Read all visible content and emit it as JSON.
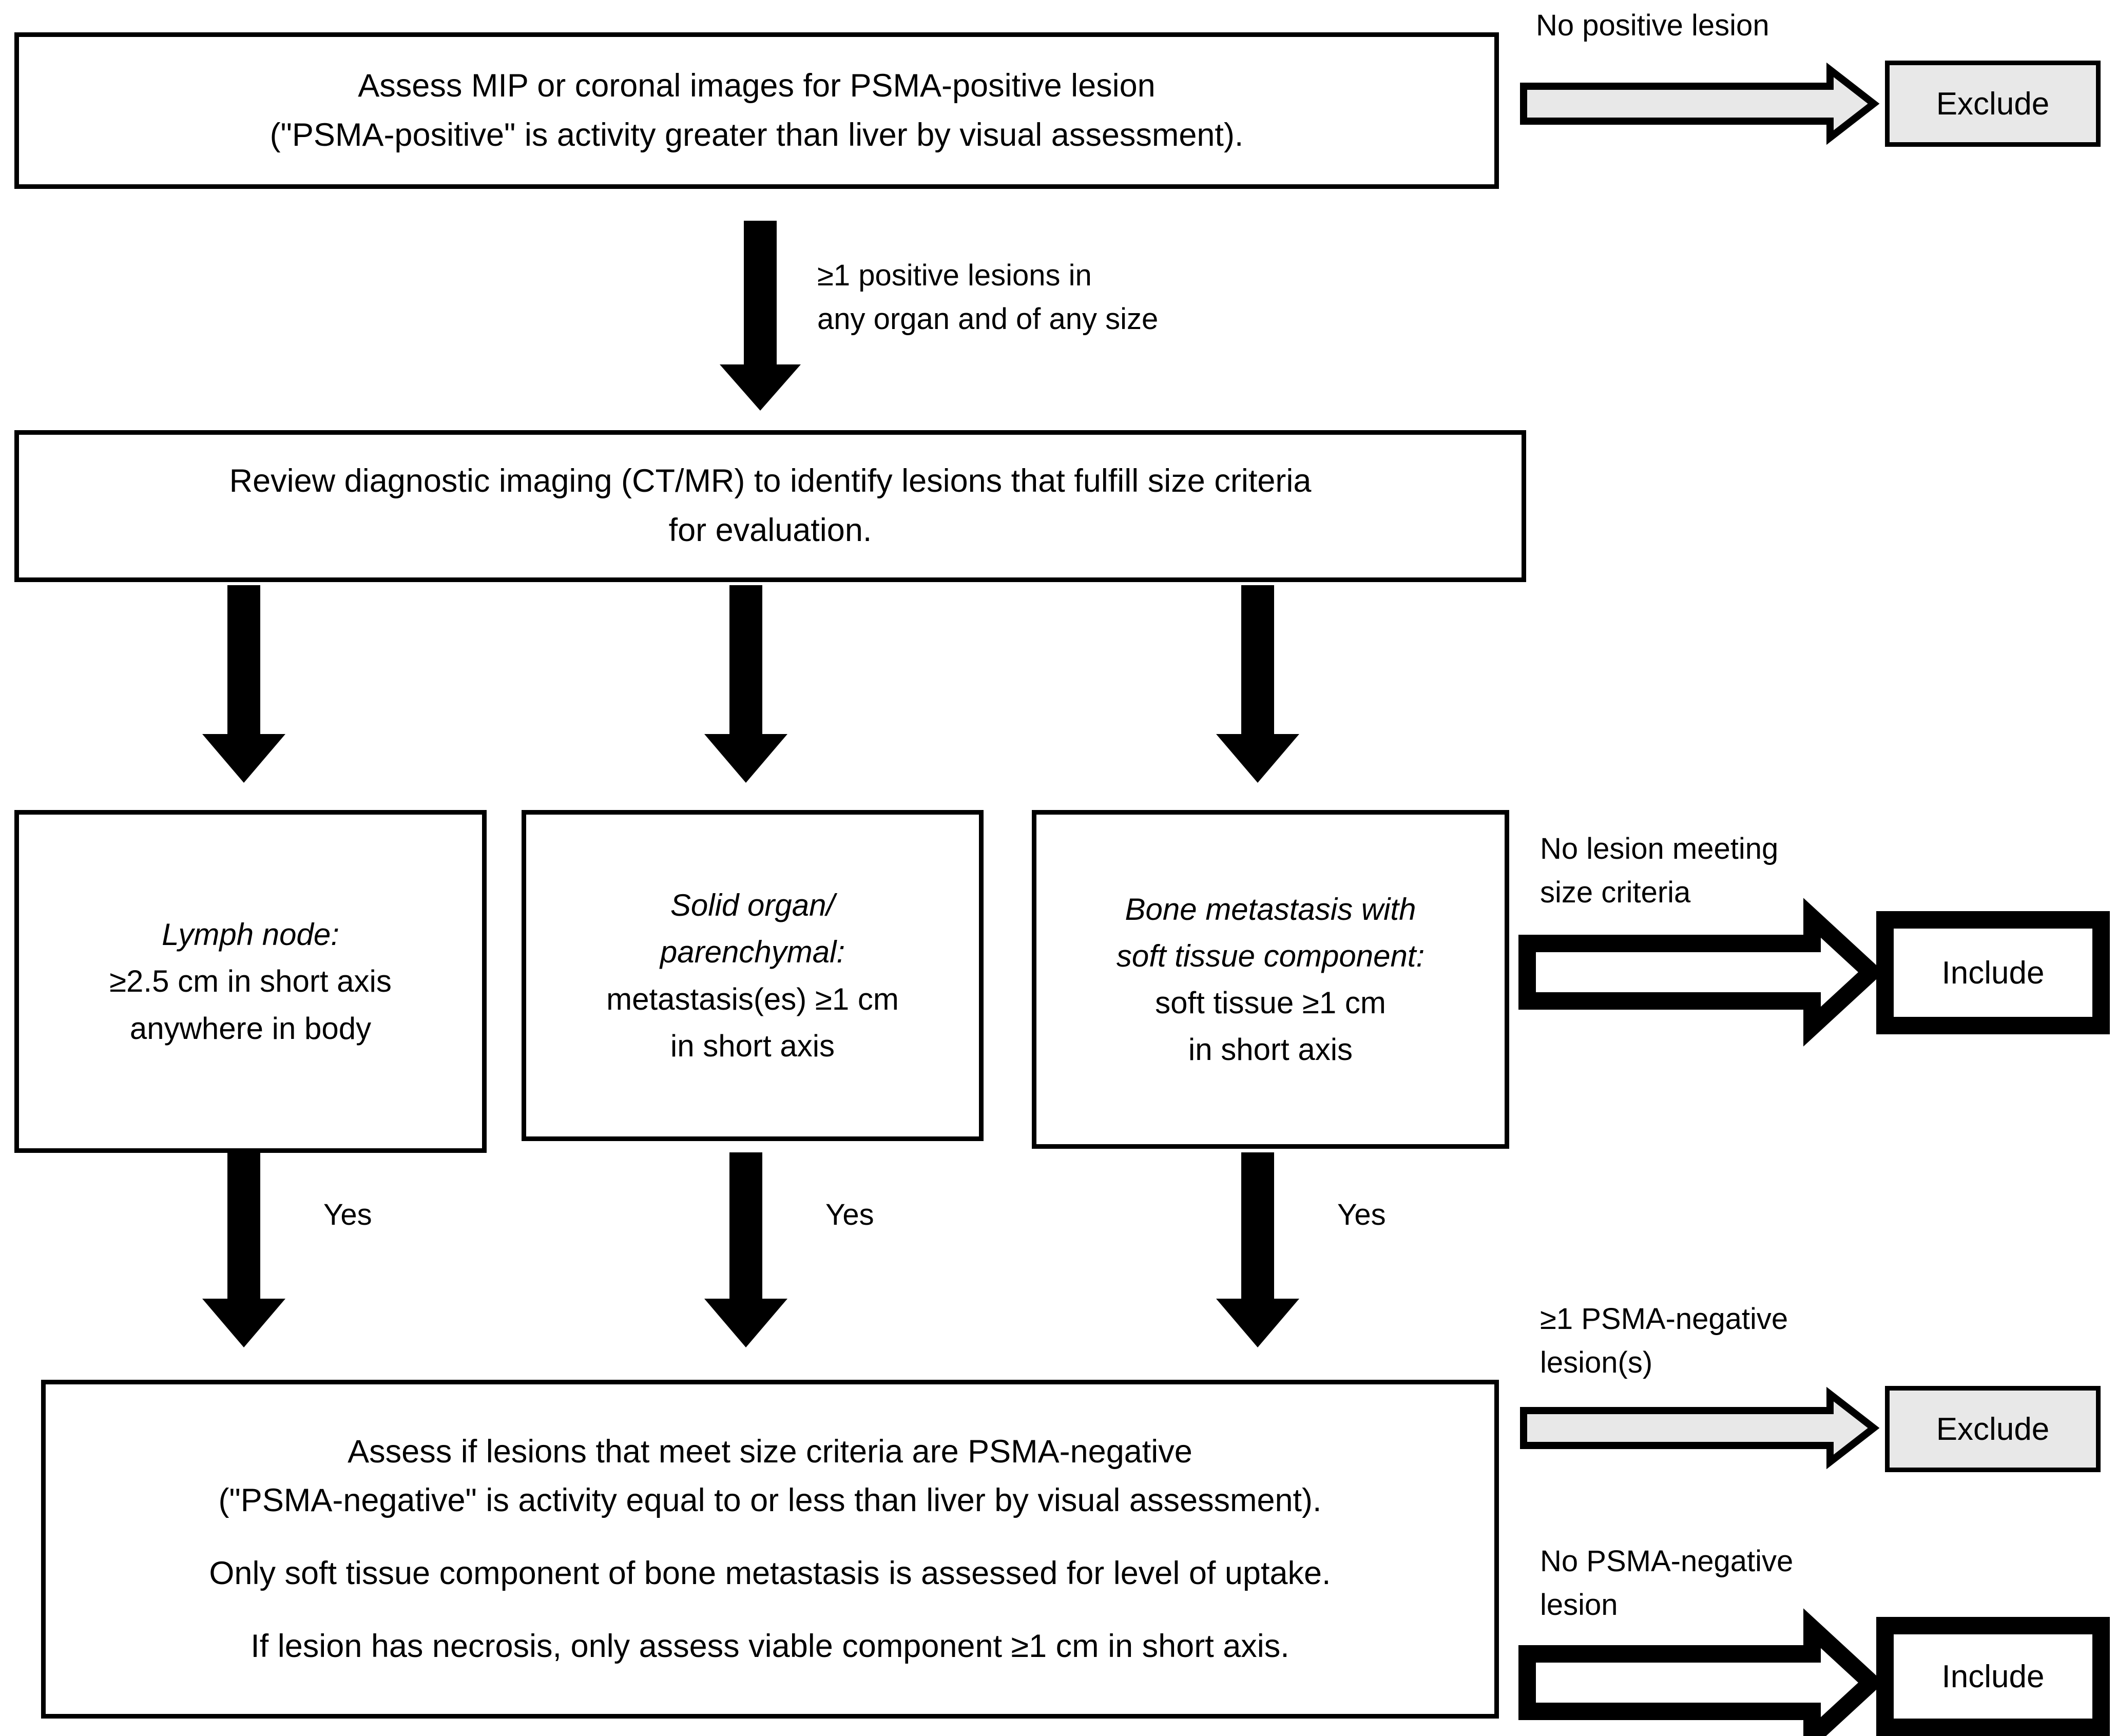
{
  "diagram": {
    "title_present": false,
    "colors": {
      "stroke": "#000000",
      "exclude_fill": "#E8E8E8",
      "include_fill": "#FFFFFF",
      "background": "#FFFFFF"
    },
    "nodes": {
      "assess_mip": {
        "lines": [
          "Assess MIP or coronal images for PSMA-positive lesion",
          "(\"PSMA-positive\" is activity greater than liver by visual assessment)."
        ]
      },
      "review_imaging": {
        "lines": [
          "Review diagnostic imaging (CT/MR) to identify lesions that fulfill size criteria",
          "for evaluation."
        ]
      },
      "lymph_node": {
        "heading": "Lymph node:",
        "lines": [
          "≥2.5 cm in short axis",
          "anywhere in body"
        ]
      },
      "solid_organ": {
        "heading_lines": [
          "Solid organ/",
          "parenchymal:"
        ],
        "lines": [
          "metastasis(es) ≥1 cm",
          "in short axis"
        ]
      },
      "bone_met": {
        "heading_lines": [
          "Bone metastasis with",
          "soft tissue component:"
        ],
        "lines": [
          "soft tissue ≥1 cm",
          "in short axis"
        ]
      },
      "assess_negative": {
        "lines": [
          "Assess if lesions that meet size criteria are PSMA-negative",
          "(\"PSMA-negative\" is activity equal to or less than liver by visual assessment).",
          "Only soft tissue component of bone metastasis is assessed for level of uptake.",
          "If lesion has necrosis, only assess viable component ≥1 cm in short axis."
        ]
      },
      "exclude_top": {
        "label": "Exclude"
      },
      "include_mid": {
        "label": "Include"
      },
      "exclude_bottom": {
        "label": "Exclude"
      },
      "include_bottom": {
        "label": "Include"
      }
    },
    "edge_labels": {
      "no_positive_lesion": "No positive lesion",
      "one_or_more_positive": "≥1 positive lesions in\nany organ and of any size",
      "no_lesion_meeting_size": "No lesion meeting\nsize criteria",
      "yes_left": "Yes",
      "yes_middle": "Yes",
      "yes_right": "Yes",
      "one_or_more_psma_negative": "≥1 PSMA-negative\nlesion(s)",
      "no_psma_negative": "No PSMA-negative\nlesion"
    }
  }
}
